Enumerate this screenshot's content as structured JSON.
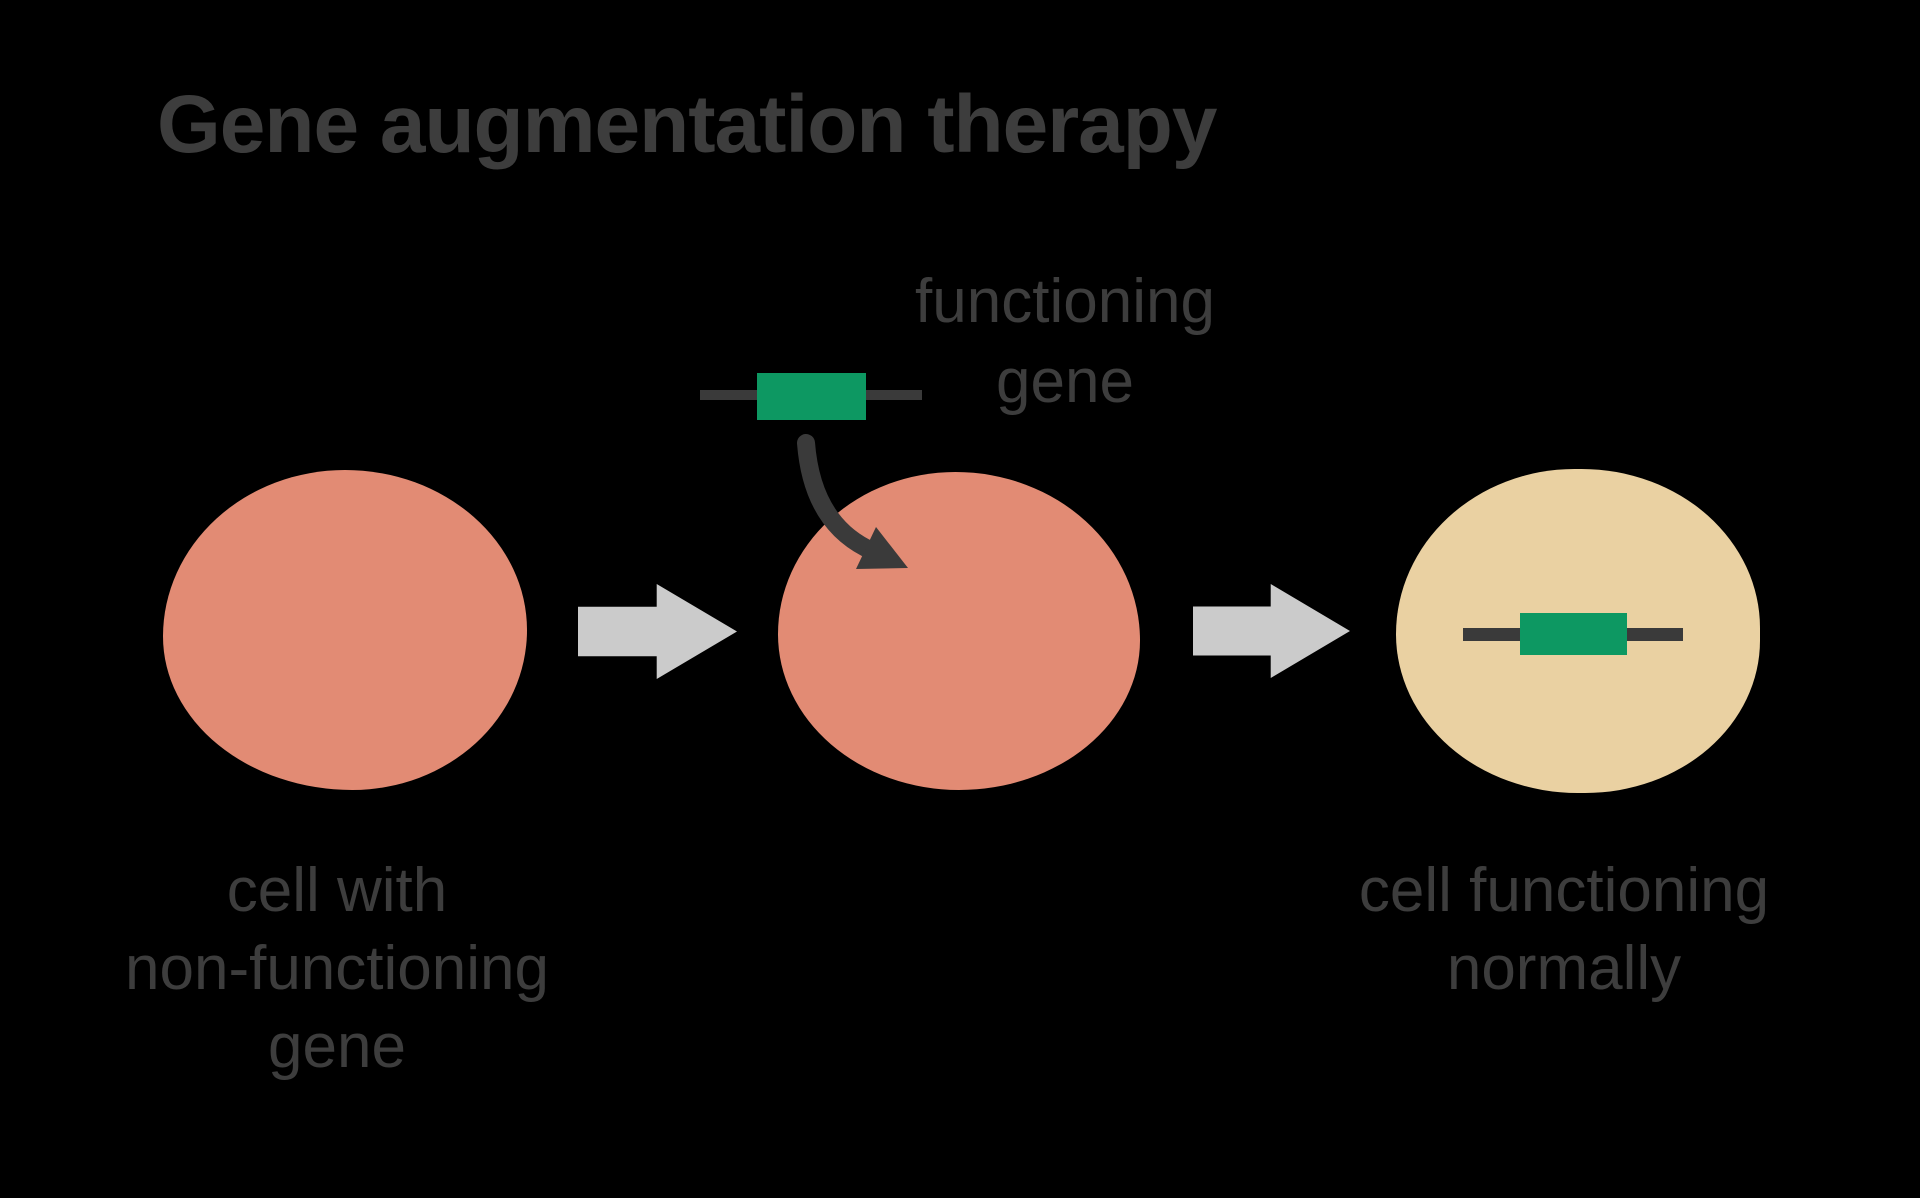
{
  "title": "Gene augmentation therapy",
  "gene_label": {
    "lines": [
      "functioning",
      "gene"
    ]
  },
  "cells": {
    "faulty": {
      "label_lines": [
        "cell with",
        "non-functioning",
        "gene"
      ],
      "fill": "#e28b74"
    },
    "receiving": {
      "fill": "#e28b74"
    },
    "healthy": {
      "label_lines": [
        "cell functioning",
        "normally"
      ],
      "fill": "#ead1a2"
    }
  },
  "colors": {
    "background": "#000000",
    "text": "#3d3d3d",
    "gene_green": "#0d9862",
    "dna_strand": "#3a3a3a",
    "flow_arrow_gray": "#cbcbcb"
  },
  "icons": {
    "gene": "green-box-on-dark-strand",
    "flow_arrow": "gray-right-block-arrow",
    "insertion_arrow": "dark-curved-down-right-arrow"
  }
}
